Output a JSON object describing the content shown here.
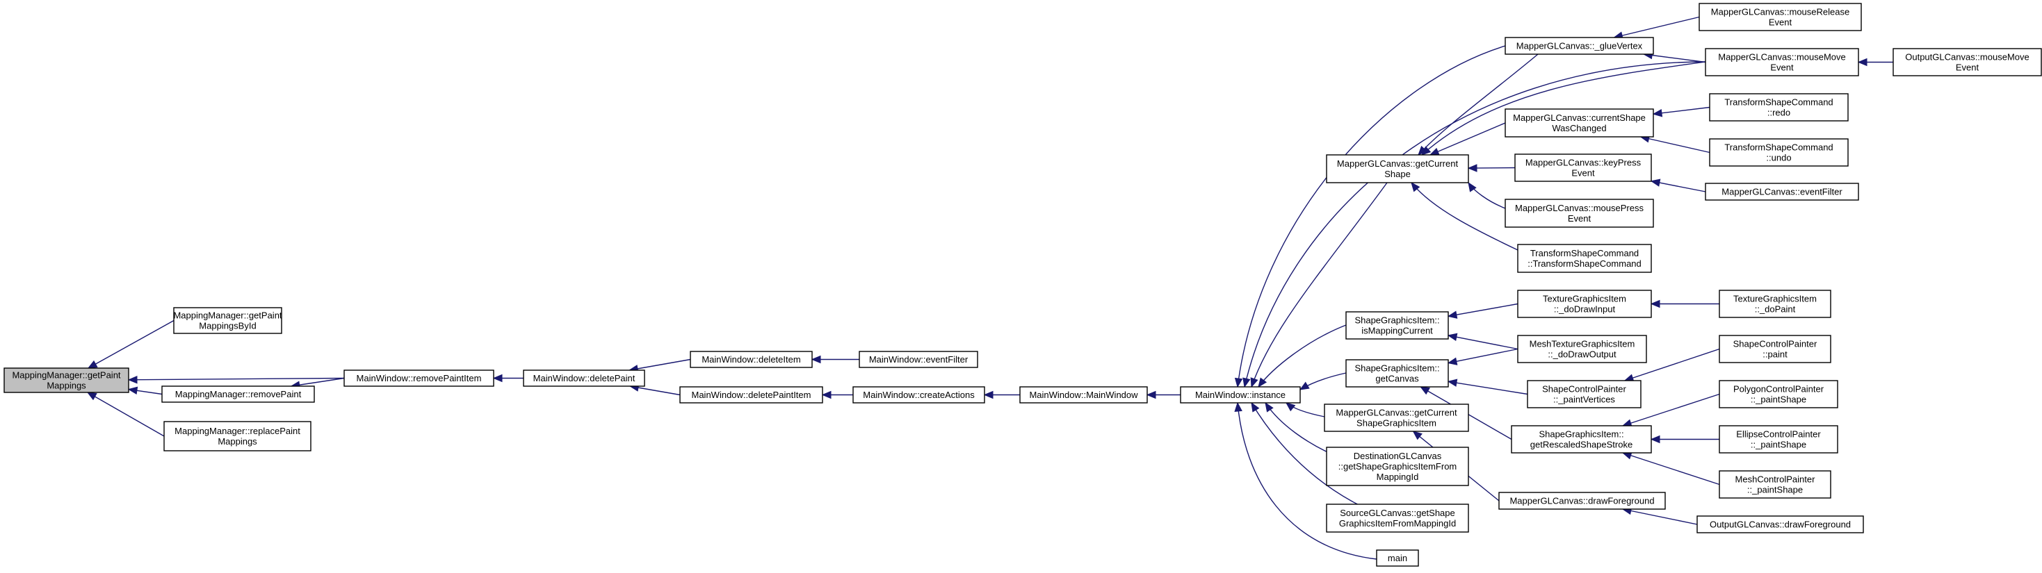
{
  "diagram": {
    "type": "call-graph",
    "nodes": [
      {
        "id": "root",
        "lines": [
          "MappingManager::getPaint",
          "Mappings"
        ],
        "root": true
      },
      {
        "id": "getPaintMappingsById",
        "lines": [
          "MappingManager::getPaint",
          "MappingsById"
        ]
      },
      {
        "id": "removePaint",
        "lines": [
          "MappingManager::removePaint"
        ]
      },
      {
        "id": "replacePaintMappings",
        "lines": [
          "MappingManager::replacePaint",
          "Mappings"
        ]
      },
      {
        "id": "removePaintItem",
        "lines": [
          "MainWindow::removePaintItem"
        ]
      },
      {
        "id": "deletePaint",
        "lines": [
          "MainWindow::deletePaint"
        ]
      },
      {
        "id": "deleteItem",
        "lines": [
          "MainWindow::deleteItem"
        ]
      },
      {
        "id": "deletePaintItem",
        "lines": [
          "MainWindow::deletePaintItem"
        ]
      },
      {
        "id": "mwEventFilter",
        "lines": [
          "MainWindow::eventFilter"
        ]
      },
      {
        "id": "createActions",
        "lines": [
          "MainWindow::createActions"
        ]
      },
      {
        "id": "mainWindowCtor",
        "lines": [
          "MainWindow::MainWindow"
        ]
      },
      {
        "id": "instance",
        "lines": [
          "MainWindow::instance"
        ]
      },
      {
        "id": "getCurrentShape",
        "lines": [
          "MapperGLCanvas::getCurrent",
          "Shape"
        ]
      },
      {
        "id": "isMappingCurrent",
        "lines": [
          "ShapeGraphicsItem::",
          "isMappingCurrent"
        ]
      },
      {
        "id": "getCanvas",
        "lines": [
          "ShapeGraphicsItem::",
          "getCanvas"
        ]
      },
      {
        "id": "getCurrentShapeGraphicsItem",
        "lines": [
          "MapperGLCanvas::getCurrent",
          "ShapeGraphicsItem"
        ]
      },
      {
        "id": "destGetShape",
        "lines": [
          "DestinationGLCanvas",
          "::getShapeGraphicsItemFrom",
          "MappingId"
        ]
      },
      {
        "id": "srcGetShape",
        "lines": [
          "SourceGLCanvas::getShape",
          "GraphicsItemFromMappingId"
        ]
      },
      {
        "id": "main",
        "lines": [
          "main"
        ]
      },
      {
        "id": "glueVertex",
        "lines": [
          "MapperGLCanvas::_glueVertex"
        ]
      },
      {
        "id": "currentShapeWasChanged",
        "lines": [
          "MapperGLCanvas::currentShape",
          "WasChanged"
        ]
      },
      {
        "id": "keyPressEvent",
        "lines": [
          "MapperGLCanvas::keyPress",
          "Event"
        ]
      },
      {
        "id": "mousePressEvent",
        "lines": [
          "MapperGLCanvas::mousePress",
          "Event"
        ]
      },
      {
        "id": "tscCtor",
        "lines": [
          "TransformShapeCommand",
          "::TransformShapeCommand"
        ]
      },
      {
        "id": "mouseReleaseEvent",
        "lines": [
          "MapperGLCanvas::mouseRelease",
          "Event"
        ]
      },
      {
        "id": "mouseMoveEvent",
        "lines": [
          "MapperGLCanvas::mouseMove",
          "Event"
        ]
      },
      {
        "id": "outputMouseMove",
        "lines": [
          "OutputGLCanvas::mouseMove",
          "Event"
        ]
      },
      {
        "id": "redo",
        "lines": [
          "TransformShapeCommand",
          "::redo"
        ]
      },
      {
        "id": "undo",
        "lines": [
          "TransformShapeCommand",
          "::undo"
        ]
      },
      {
        "id": "mglEventFilter",
        "lines": [
          "MapperGLCanvas::eventFilter"
        ]
      },
      {
        "id": "texDoDrawInput",
        "lines": [
          "TextureGraphicsItem",
          "::_doDrawInput"
        ]
      },
      {
        "id": "meshDoDrawOutput",
        "lines": [
          "MeshTextureGraphicsItem",
          "::_doDrawOutput"
        ]
      },
      {
        "id": "texDoPaint",
        "lines": [
          "TextureGraphicsItem",
          "::_doPaint"
        ]
      },
      {
        "id": "scpPaintVertices",
        "lines": [
          "ShapeControlPainter",
          "::_paintVertices"
        ]
      },
      {
        "id": "getRescaled",
        "lines": [
          "ShapeGraphicsItem::",
          "getRescaledShapeStroke"
        ]
      },
      {
        "id": "scpPaint",
        "lines": [
          "ShapeControlPainter",
          "::paint"
        ]
      },
      {
        "id": "polyPaintShape",
        "lines": [
          "PolygonControlPainter",
          "::_paintShape"
        ]
      },
      {
        "id": "ellipsePaintShape",
        "lines": [
          "EllipseControlPainter",
          "::_paintShape"
        ]
      },
      {
        "id": "meshPaintShape",
        "lines": [
          "MeshControlPainter",
          "::_paintShape"
        ]
      },
      {
        "id": "drawForeground",
        "lines": [
          "MapperGLCanvas::drawForeground"
        ]
      },
      {
        "id": "outputDrawForeground",
        "lines": [
          "OutputGLCanvas::drawForeground"
        ]
      }
    ],
    "edges": [
      [
        "getPaintMappingsById",
        "root"
      ],
      [
        "removePaint",
        "root"
      ],
      [
        "replacePaintMappings",
        "root"
      ],
      [
        "removePaintItem",
        "root"
      ],
      [
        "removePaintItem",
        "removePaint"
      ],
      [
        "deletePaint",
        "removePaintItem"
      ],
      [
        "deleteItem",
        "deletePaint"
      ],
      [
        "deletePaintItem",
        "deletePaint"
      ],
      [
        "mwEventFilter",
        "deleteItem"
      ],
      [
        "createActions",
        "deletePaintItem"
      ],
      [
        "mainWindowCtor",
        "createActions"
      ],
      [
        "instance",
        "mainWindowCtor"
      ],
      [
        "glueVertex",
        "instance"
      ],
      [
        "mouseMoveEvent",
        "instance"
      ],
      [
        "getCurrentShape",
        "instance"
      ],
      [
        "isMappingCurrent",
        "instance"
      ],
      [
        "getCanvas",
        "instance"
      ],
      [
        "getCurrentShapeGraphicsItem",
        "instance"
      ],
      [
        "destGetShape",
        "instance"
      ],
      [
        "srcGetShape",
        "instance"
      ],
      [
        "main",
        "instance"
      ],
      [
        "glueVertex",
        "getCurrentShape"
      ],
      [
        "mouseMoveEvent",
        "getCurrentShape"
      ],
      [
        "currentShapeWasChanged",
        "getCurrentShape"
      ],
      [
        "keyPressEvent",
        "getCurrentShape"
      ],
      [
        "mousePressEvent",
        "getCurrentShape"
      ],
      [
        "tscCtor",
        "getCurrentShape"
      ],
      [
        "mouseReleaseEvent",
        "glueVertex"
      ],
      [
        "mouseMoveEvent",
        "glueVertex"
      ],
      [
        "outputMouseMove",
        "mouseMoveEvent"
      ],
      [
        "redo",
        "currentShapeWasChanged"
      ],
      [
        "undo",
        "currentShapeWasChanged"
      ],
      [
        "mglEventFilter",
        "keyPressEvent"
      ],
      [
        "texDoDrawInput",
        "isMappingCurrent"
      ],
      [
        "meshDoDrawOutput",
        "isMappingCurrent"
      ],
      [
        "texDoPaint",
        "texDoDrawInput"
      ],
      [
        "meshDoDrawOutput",
        "getCanvas"
      ],
      [
        "scpPaintVertices",
        "getCanvas"
      ],
      [
        "getRescaled",
        "getCanvas"
      ],
      [
        "scpPaint",
        "scpPaintVertices"
      ],
      [
        "polyPaintShape",
        "getRescaled"
      ],
      [
        "ellipsePaintShape",
        "getRescaled"
      ],
      [
        "meshPaintShape",
        "getRescaled"
      ],
      [
        "drawForeground",
        "getCurrentShapeGraphicsItem"
      ],
      [
        "outputDrawForeground",
        "drawForeground"
      ]
    ]
  }
}
